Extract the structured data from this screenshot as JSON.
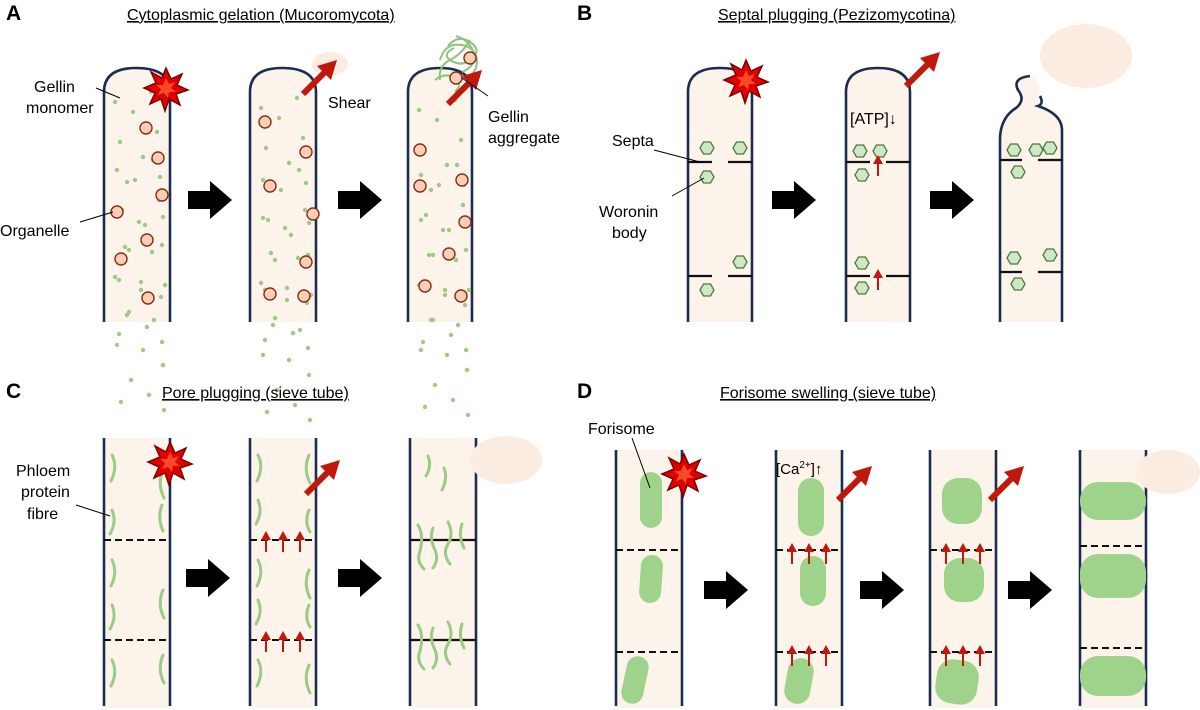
{
  "panels": {
    "a": {
      "letter": "A",
      "title": "Cytoplasmic gelation (Mucoromycota)",
      "labels": {
        "gellin_monomer_1": "Gellin",
        "gellin_monomer_2": "monomer",
        "organelle": "Organelle",
        "shear": "Shear",
        "gellin_aggregate_1": "Gellin",
        "gellin_aggregate_2": "aggregate"
      }
    },
    "b": {
      "letter": "B",
      "title": "Septal plugging (Pezizomycotina)",
      "labels": {
        "septa": "Septa",
        "woronin_1": "Woronin",
        "woronin_2": "body",
        "atp": "[ATP]↓"
      }
    },
    "c": {
      "letter": "C",
      "title": "Pore plugging (sieve tube)",
      "labels": {
        "phloem_1": "Phloem",
        "phloem_2": "protein",
        "phloem_3": "fibre"
      }
    },
    "d": {
      "letter": "D",
      "title": "Forisome swelling (sieve tube)",
      "labels": {
        "forisome": "Forisome",
        "ca_open": "[Ca",
        "ca_sup": "2+",
        "ca_close": "]↑"
      }
    }
  },
  "colors": {
    "wall": "#1c2d4f",
    "cytoplasm": "#fcf3ea",
    "gellin": "#9ccb86",
    "organelle_fill": "#f6cfb5",
    "organelle_stroke": "#8a2b17",
    "woronin_fill": "#cfe7c4",
    "forisome": "#9fd38b",
    "arrow_red": "#c0180c",
    "damage_red": "#e00000",
    "step_arrow": "#000000"
  },
  "icons": {
    "damage": "explosion-burst-icon",
    "shear": "red-diagonal-arrow-icon",
    "step": "black-right-arrow-icon",
    "flow": "small-red-up-arrow-icon"
  }
}
